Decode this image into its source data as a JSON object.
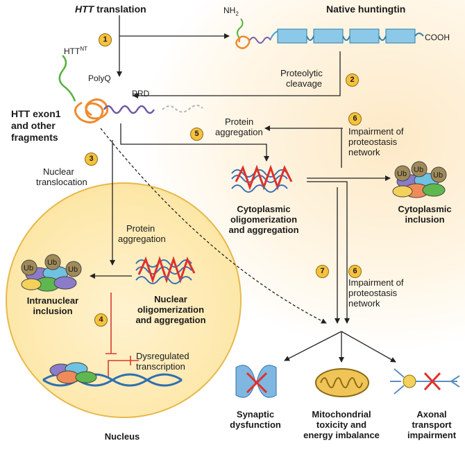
{
  "header": {
    "htt_translation_bold": "HTT",
    "htt_translation_rest": " translation",
    "native_huntingtin": "Native huntingtin"
  },
  "protein": {
    "nh2": "NH",
    "nh2_sub": "2",
    "cooh": "COOH",
    "htt_nt": "HTT",
    "htt_nt_sup": "NT",
    "polyq": "PolyQ",
    "prd": "PRD"
  },
  "fragments": {
    "line1": "HTT exon1",
    "line2": "and other",
    "line3": "fragments"
  },
  "steps": {
    "n1": "1",
    "n2": "2",
    "n3": "3",
    "n4": "4",
    "n5": "5",
    "n6a": "6",
    "n6b": "6",
    "n7": "7",
    "proteolytic_1": "Proteolytic",
    "proteolytic_2": "cleavage",
    "protein_agg_top_1": "Protein",
    "protein_agg_top_2": "aggregation",
    "impair_top_1": "Impairment of",
    "impair_top_2": "proteostasis",
    "impair_top_3": "network",
    "nuclear_trans_1": "Nuclear",
    "nuclear_trans_2": "translocation",
    "protein_agg_nuc_1": "Protein",
    "protein_agg_nuc_2": "aggregation",
    "impair_bot_1": "Impairment of",
    "impair_bot_2": "proteostasis",
    "impair_bot_3": "network",
    "dysreg_1": "Dysregulated",
    "dysreg_2": "transcription"
  },
  "states": {
    "cyto_olig_1": "Cytoplasmic",
    "cyto_olig_2": "oligomerization",
    "cyto_olig_3": "and aggregation",
    "cyto_incl_1": "Cytoplasmic",
    "cyto_incl_2": "inclusion",
    "nuc_olig_1": "Nuclear",
    "nuc_olig_2": "oligomerization",
    "nuc_olig_3": "and aggregation",
    "intra_incl_1": "Intranuclear",
    "intra_incl_2": "inclusion",
    "nucleus": "Nucleus",
    "ub": "Ub"
  },
  "outcomes": {
    "synaptic_1": "Synaptic",
    "synaptic_2": "dysfunction",
    "mito_1": "Mitochondrial",
    "mito_2": "toxicity and",
    "mito_3": "energy imbalance",
    "axonal_1": "Axonal",
    "axonal_2": "transport",
    "axonal_3": "impairment"
  },
  "colors": {
    "arrow": "#222222",
    "badge_fill": "#f6c23e",
    "aggregate_red": "#e0312a",
    "aggregate_blue": "#3b6fb6",
    "domain_blue": "#7fc4e6",
    "inhibit_red": "#d63a2f"
  }
}
